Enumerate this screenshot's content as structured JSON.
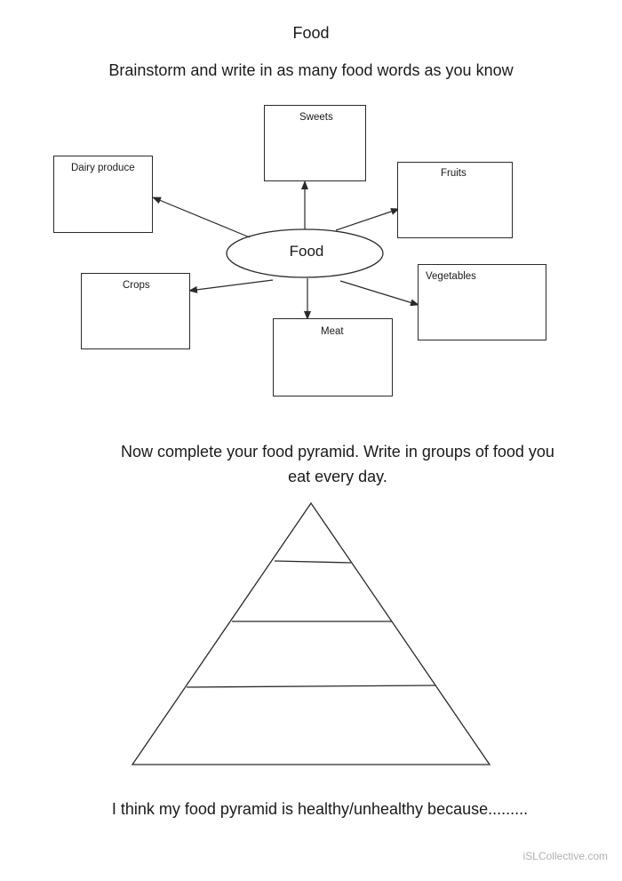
{
  "title": "Food",
  "instruction": "Brainstorm and write in as many food words as you know",
  "diagram": {
    "center": "Food",
    "categories": {
      "sweets": "Sweets",
      "fruits": "Fruits",
      "dairy": "Dairy produce",
      "crops": "Crops",
      "vegetables": "Vegetables",
      "meat": "Meat"
    }
  },
  "pyramid_section": {
    "line1": "Now complete your food pyramid. Write in groups of food you",
    "line2": "eat every day.",
    "levels": 4
  },
  "conclusion": "I think my food pyramid is healthy/unhealthy because.........",
  "watermark": "iSLCollective.com"
}
